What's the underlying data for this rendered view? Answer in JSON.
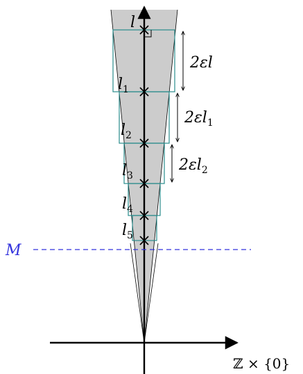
{
  "labels": {
    "l": "l",
    "l1": "l",
    "l1_sub": "1",
    "l2": "l",
    "l2_sub": "2",
    "l3": "l",
    "l3_sub": "3",
    "l4": "l",
    "l4_sub": "4",
    "l5": "l",
    "l5_sub": "5",
    "m": "M",
    "dim1": "2εl",
    "dim2": "2εl",
    "dim2_sub": "1",
    "dim3": "2εl",
    "dim3_sub": "2",
    "axis": "ℤ × {0}"
  },
  "colors": {
    "cone_fill": "#cccccc",
    "box_stroke": "#2a8c8c",
    "m_line": "#3333dd",
    "ink": "#000000"
  }
}
